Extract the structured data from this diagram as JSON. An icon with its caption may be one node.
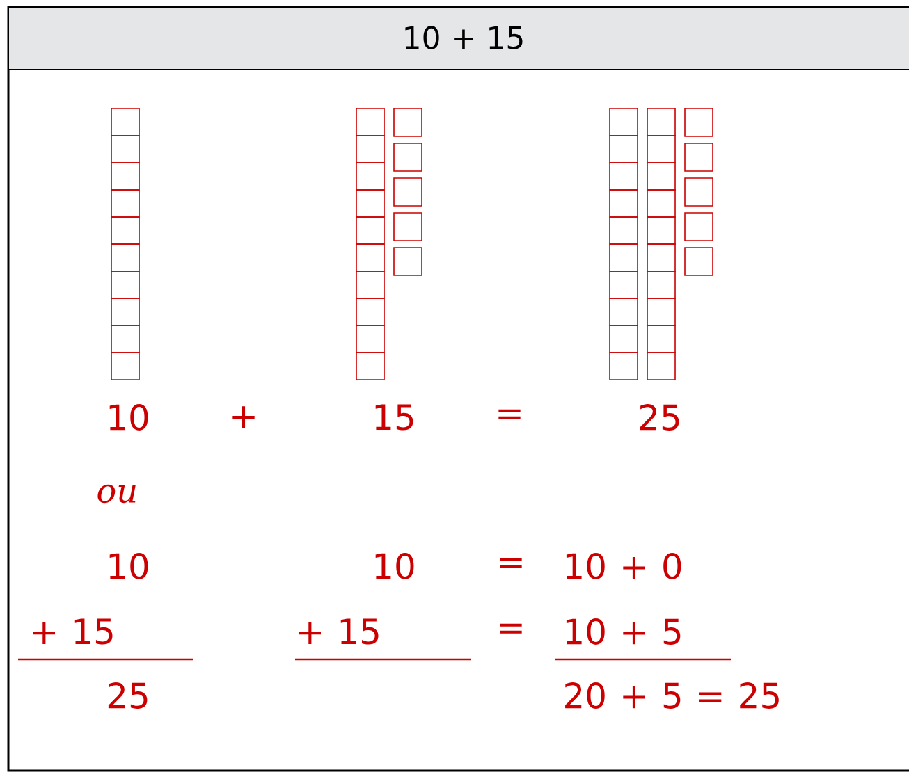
{
  "diagram": {
    "title": "10 + 15",
    "labels": [
      "10",
      "+",
      "15",
      "=",
      "25",
      "ou",
      "10",
      "10",
      "=",
      "10 + 0",
      "+ 15",
      "+ 15",
      "=",
      "10 + 5",
      "25",
      "20 + 5 = 25"
    ]
  }
}
